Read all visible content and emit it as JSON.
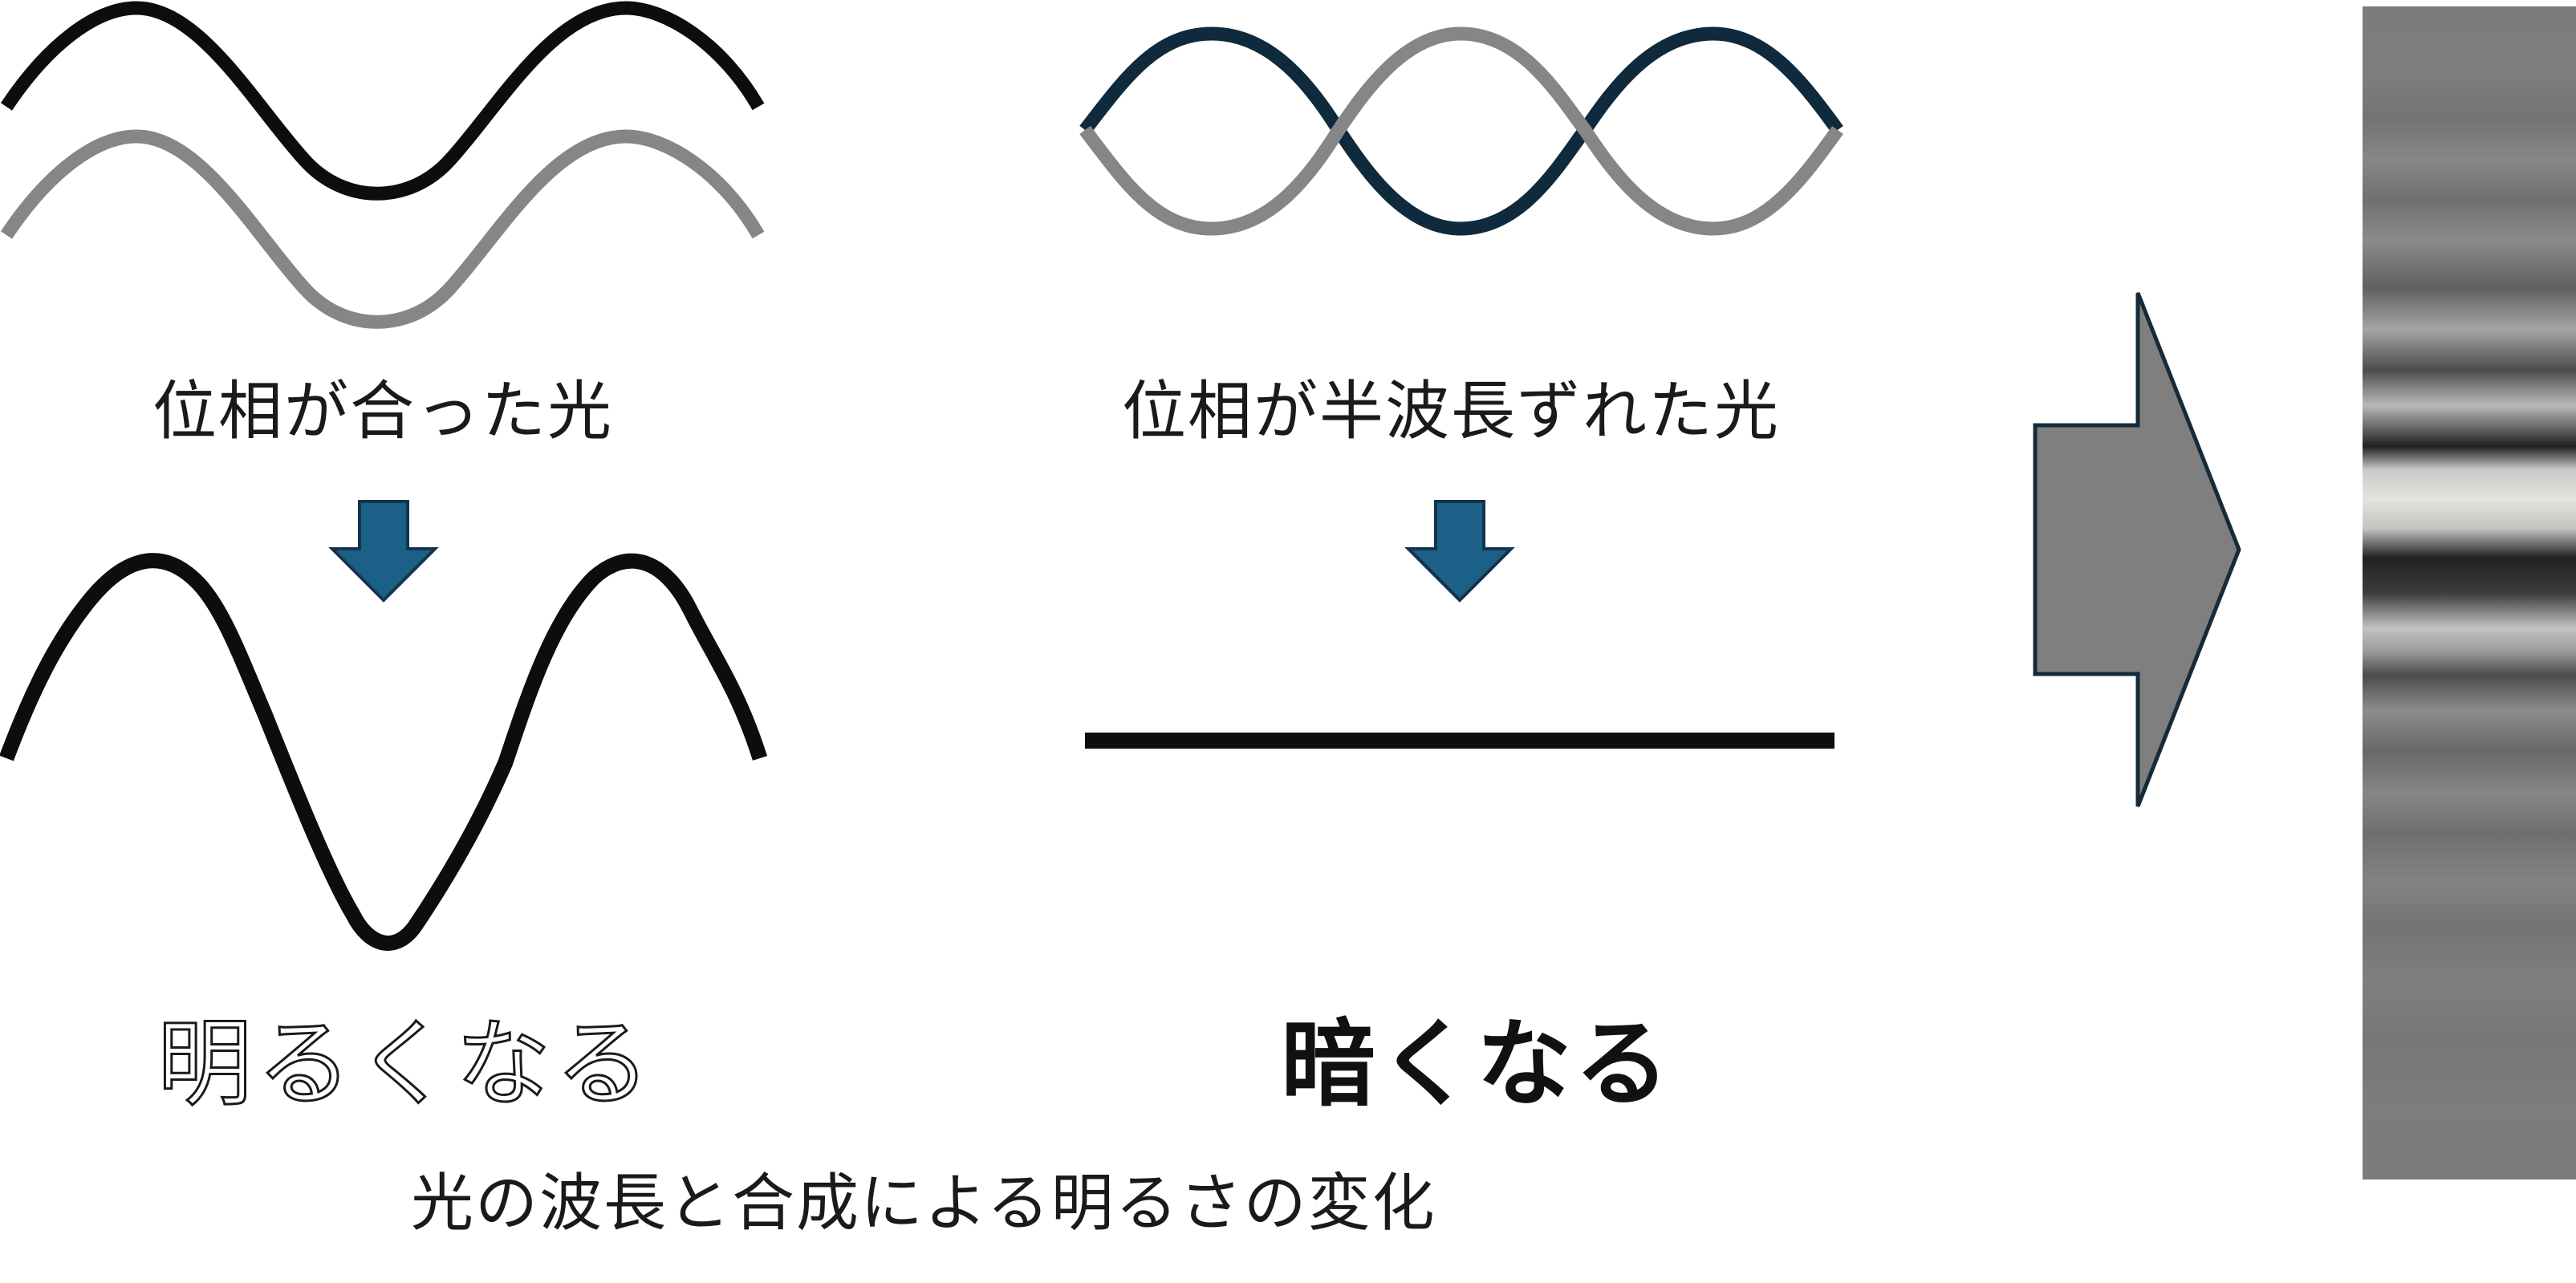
{
  "labels": {
    "in_phase": "位相が合った光",
    "half_shift": "位相が半波長ずれた光",
    "brighter": "明るくなる",
    "darker": "暗くなる",
    "caption": "光の波長と合成による明るさの変化"
  },
  "colors": {
    "wave_black": "#0d0d0d",
    "wave_gray": "#868686",
    "wave_navy": "#0e2a3c",
    "down_arrow_fill": "#1c5f87",
    "down_arrow_stroke": "#12354d",
    "big_arrow_fill": "#7f7f7f",
    "big_arrow_stroke": "#142b3a",
    "fringe_base": "#7a7b7a"
  },
  "icons": {
    "down_arrow": "down-arrow-icon",
    "right_arrow": "right-arrow-icon"
  }
}
